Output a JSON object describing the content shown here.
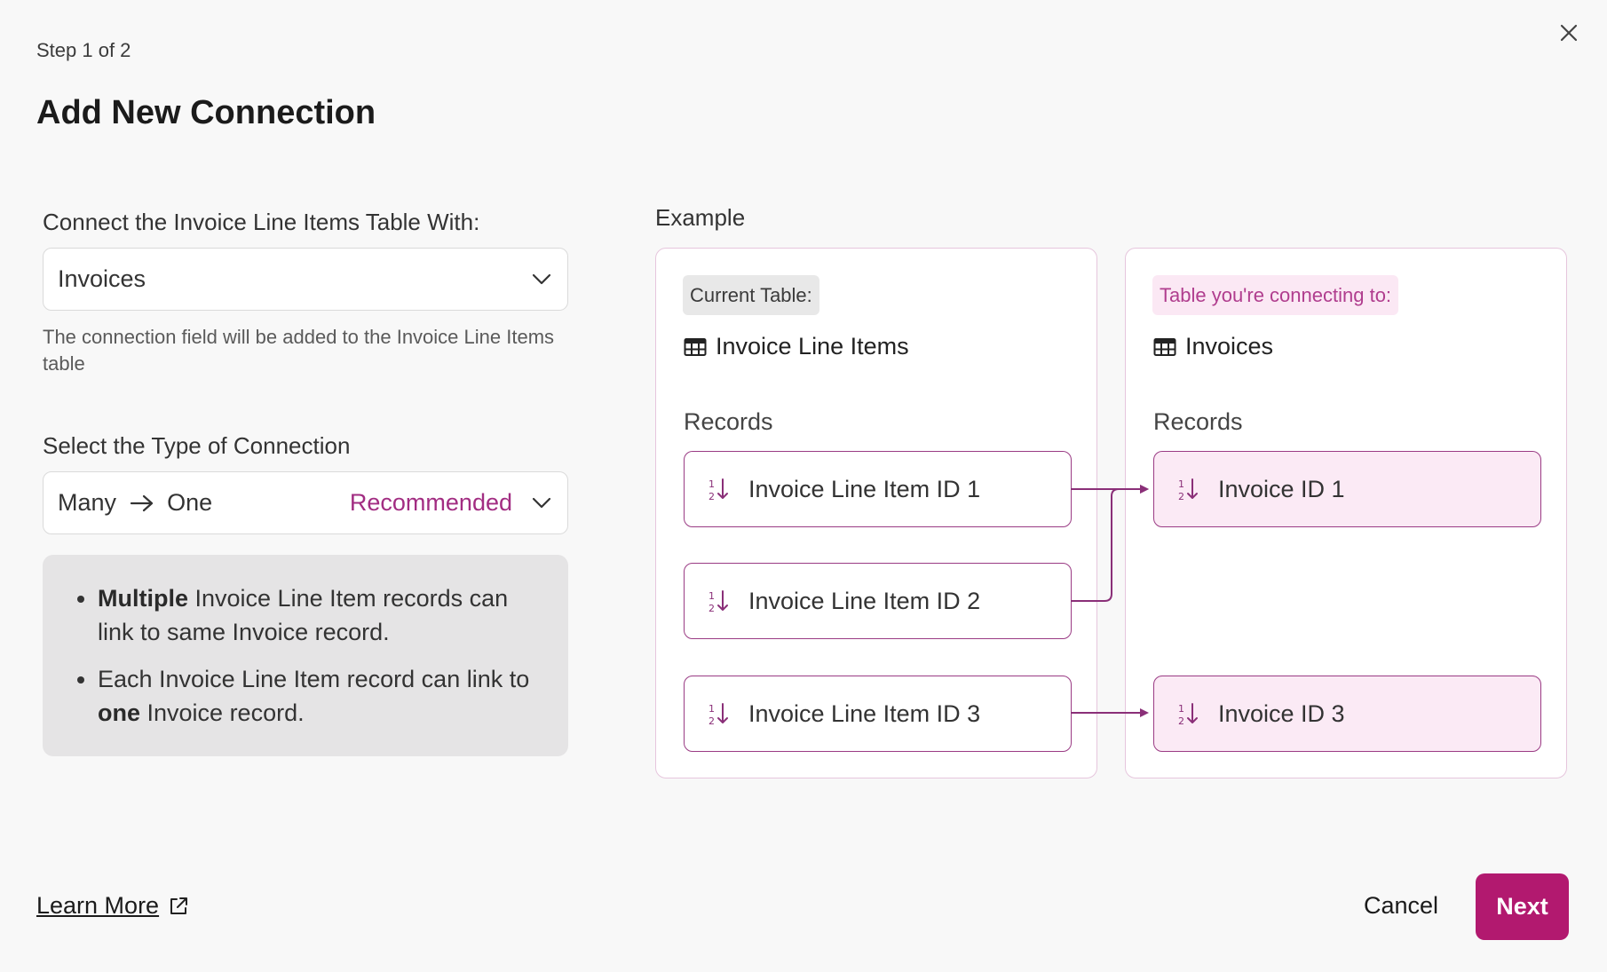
{
  "dialog": {
    "step": "Step 1 of 2",
    "title": "Add New Connection"
  },
  "connect_with": {
    "label": "Connect the Invoice Line Items Table With:",
    "selected": "Invoices",
    "helper": "The connection field will be added to the Invoice Line Items table"
  },
  "connection_type": {
    "label": "Select the Type of Connection",
    "selected_from": "Many",
    "selected_to": "One",
    "badge": "Recommended",
    "info": [
      {
        "strong": "Multiple",
        "rest": " Invoice Line Item records can link to same Invoice record."
      },
      {
        "pre": "Each Invoice Line Item record can link to ",
        "strong": "one",
        "post": " Invoice record."
      }
    ]
  },
  "example": {
    "label": "Example",
    "current": {
      "chip": "Current Table:",
      "table_name": "Invoice Line Items",
      "records_label": "Records",
      "records": [
        "Invoice Line Item ID 1",
        "Invoice Line Item ID 2",
        "Invoice Line Item ID 3"
      ]
    },
    "target": {
      "chip": "Table you're connecting to:",
      "table_name": "Invoices",
      "records_label": "Records",
      "records": [
        "Invoice ID 1",
        "Invoice ID 3"
      ]
    }
  },
  "footer": {
    "learn_more": "Learn More",
    "cancel": "Cancel",
    "next": "Next"
  },
  "colors": {
    "accent": "#b2196f",
    "recommended": "#a22d82",
    "record_border": "#9a3b84",
    "target_fill": "#fbeaf5"
  },
  "icons": {
    "close": "close-icon",
    "dropdown": "chevron-down-icon",
    "arrow": "arrow-right-icon",
    "table": "table-icon",
    "sort": "sort-numeric-icon",
    "external": "external-link-icon"
  }
}
